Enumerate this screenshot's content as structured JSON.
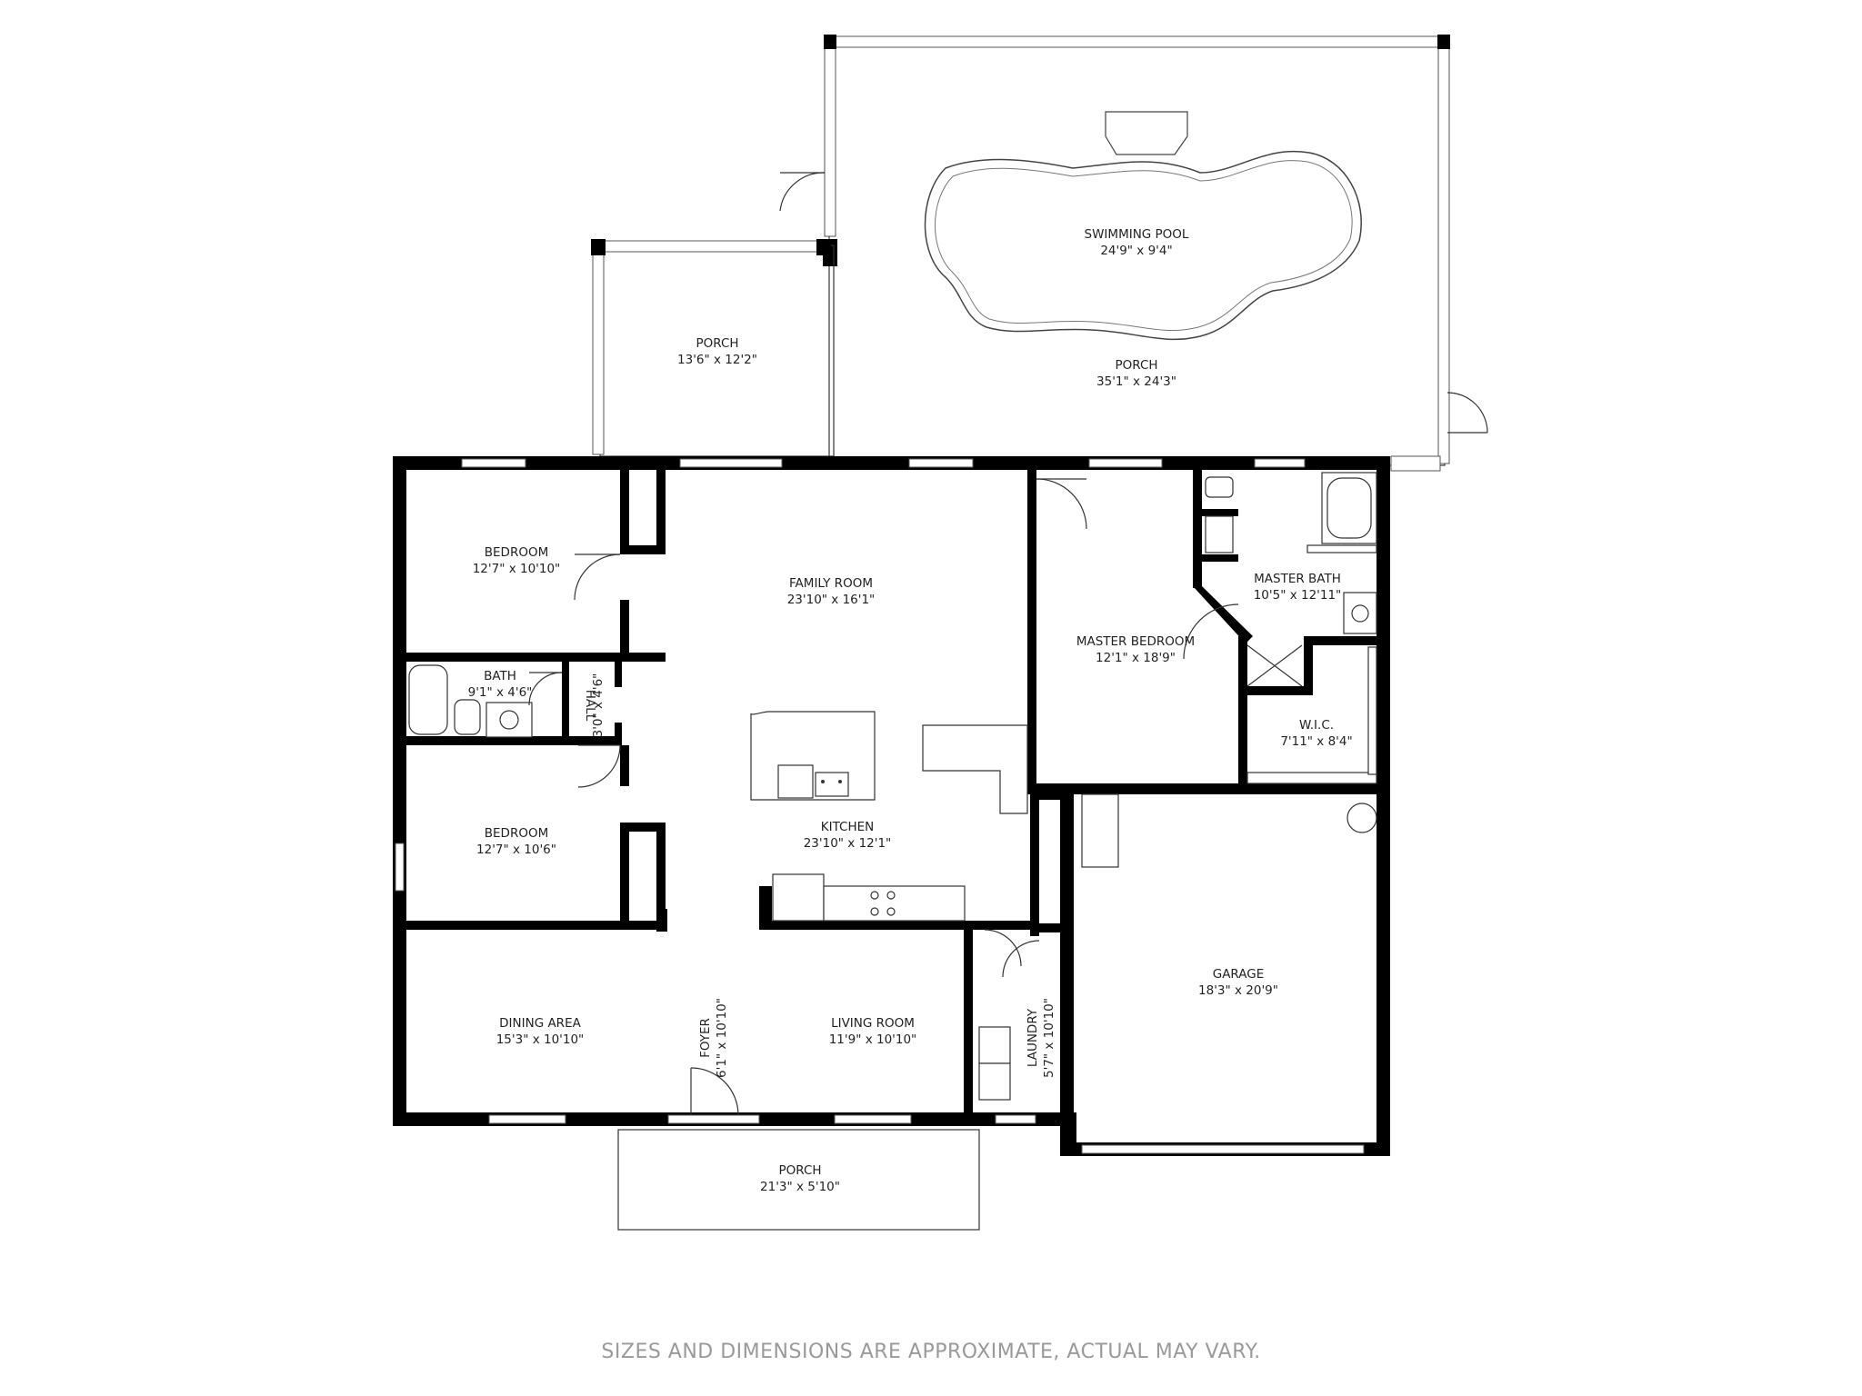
{
  "rooms": [
    {
      "id": "porch-pool",
      "name": "PORCH",
      "dims": "35'1\" x 24'3\""
    },
    {
      "id": "pool",
      "name": "SWIMMING POOL",
      "dims": "24'9\" x 9'4\""
    },
    {
      "id": "porch-left",
      "name": "PORCH",
      "dims": "13'6\" x 12'2\""
    },
    {
      "id": "bedroom-1",
      "name": "BEDROOM",
      "dims": "12'7\" x 10'10\""
    },
    {
      "id": "family-room",
      "name": "FAMILY ROOM",
      "dims": "23'10\" x 16'1\""
    },
    {
      "id": "master-bedroom",
      "name": "MASTER BEDROOM",
      "dims": "12'1\" x 18'9\""
    },
    {
      "id": "master-bath",
      "name": "MASTER BATH",
      "dims": "10'5\" x 12'11\""
    },
    {
      "id": "bath",
      "name": "BATH",
      "dims": "9'1\" x 4'6\""
    },
    {
      "id": "hall",
      "name": "HALL",
      "dims": "3'0\" x 4'6\""
    },
    {
      "id": "wic",
      "name": "W.I.C.",
      "dims": "7'11\" x 8'4\""
    },
    {
      "id": "bedroom-2",
      "name": "BEDROOM",
      "dims": "12'7\" x 10'6\""
    },
    {
      "id": "kitchen",
      "name": "KITCHEN",
      "dims": "23'10\" x 12'1\""
    },
    {
      "id": "garage",
      "name": "GARAGE",
      "dims": "18'3\" x 20'9\""
    },
    {
      "id": "dining-area",
      "name": "DINING AREA",
      "dims": "15'3\" x 10'10\""
    },
    {
      "id": "foyer",
      "name": "FOYER",
      "dims": "6'1\" x 10'10\""
    },
    {
      "id": "living-room",
      "name": "LIVING ROOM",
      "dims": "11'9\" x 10'10\""
    },
    {
      "id": "laundry",
      "name": "LAUNDRY",
      "dims": "5'7\" x 10'10\""
    },
    {
      "id": "porch-front",
      "name": "PORCH",
      "dims": "21'3\" x 5'10\""
    }
  ],
  "disclaimer": "SIZES AND DIMENSIONS ARE APPROXIMATE, ACTUAL MAY VARY."
}
